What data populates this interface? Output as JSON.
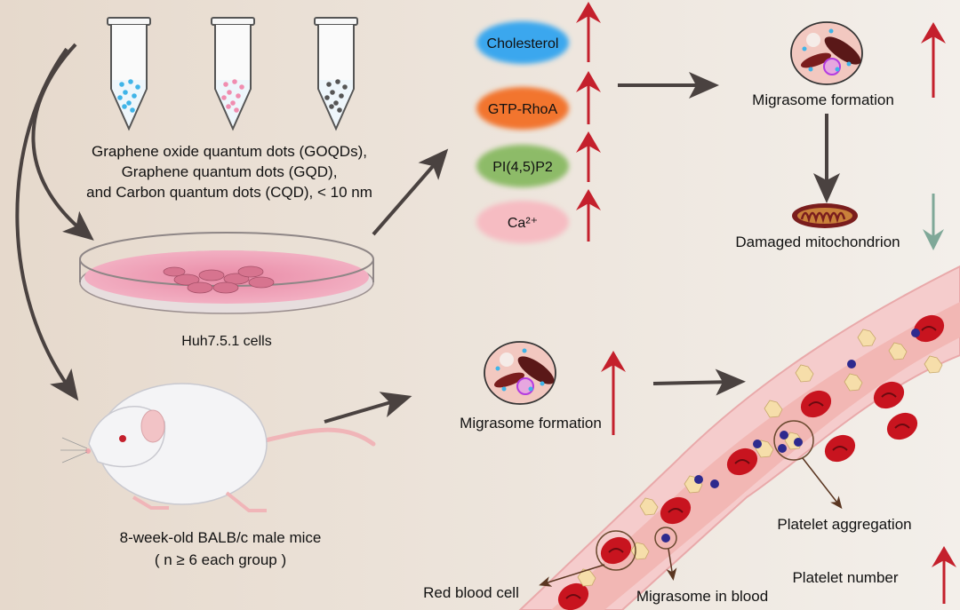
{
  "materials": {
    "line1": "Graphene oxide quantum dots (GOQDs),",
    "line2": "Graphene quantum dots (GQD),",
    "line3": "and Carbon quantum dots (CQD), < 10 nm",
    "tube_dot_colors": [
      "#3fb4e8",
      "#f08db0",
      "#555555"
    ]
  },
  "cells_label": "Huh7.5.1 cells",
  "mice": {
    "line1": "8-week-old BALB/c male mice",
    "line2": "( n ≥ 6 each group )"
  },
  "factors": [
    {
      "label": "Cholesterol",
      "color": "#3aa7ee",
      "change": "up"
    },
    {
      "label": "GTP-RhoA",
      "color": "#f2752e",
      "change": "up"
    },
    {
      "label": "PI(4,5)P2",
      "color": "#8dbb68",
      "change": "up"
    },
    {
      "label": "Ca²⁺",
      "color": "#f6bcc2",
      "change": "up"
    }
  ],
  "cell_results": {
    "migrasome": "Migrasome formation",
    "migrasome_change": "up",
    "mitochondrion": "Damaged  mitochondrion",
    "mitochondrion_change": "down"
  },
  "mouse_results": {
    "migrasome": "Migrasome formation",
    "migrasome_change": "up"
  },
  "blood": {
    "platelet_aggregation": "Platelet aggregation",
    "platelet_number": "Platelet number",
    "platelet_number_change": "up",
    "red_blood_cell": "Red blood cell",
    "migrasome_in_blood": "Migrasome in blood"
  },
  "colors": {
    "up_arrow": "#c4202c",
    "down_arrow": "#7fa898",
    "flow_arrow": "#4a4240"
  }
}
